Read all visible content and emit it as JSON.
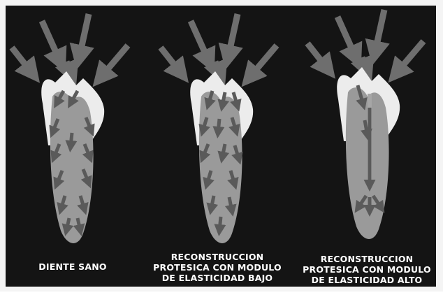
{
  "panels": [
    {
      "id": "diente-sano",
      "caption_lines": [
        "DIENTE SANO"
      ]
    },
    {
      "id": "modulo-bajo",
      "caption_lines": [
        "RECONSTRUCCION",
        "PROTESICA CON MODULO",
        "DE ELASTICIDAD BAJO"
      ]
    },
    {
      "id": "modulo-alto",
      "caption_lines": [
        "RECONSTRUCCION",
        "PROTESICA CON MODULO",
        "DE ELASTICIDAD ALTO"
      ]
    }
  ],
  "colors": {
    "background": "#141414",
    "frame": "#f4f4f4",
    "enamel": "#ececec",
    "dentin": "#9a9a9a",
    "post": "#a6a6a6",
    "arrow_external": "#6e6e6e",
    "arrow_internal": "#5a5a5a",
    "caption_text": "#ffffff"
  }
}
